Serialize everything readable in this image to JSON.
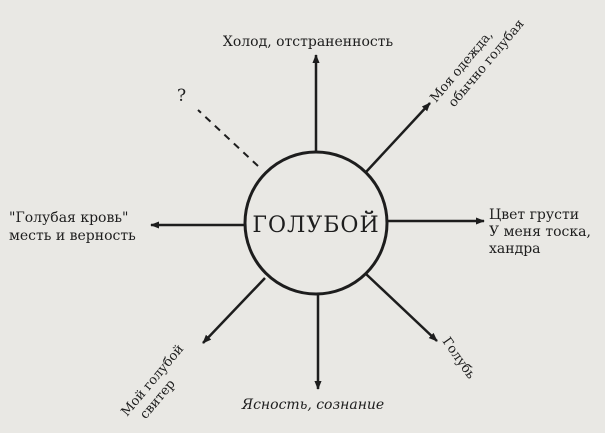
{
  "center": {
    "label": "ГОЛУБОЙ"
  },
  "labels": {
    "top": "Холод, отстраненность",
    "top_right_line1": "Моя одежда,",
    "top_right_line2": "обычно голубая",
    "right_line1": "Цвет грусти",
    "right_line2": "У меня тоска,",
    "right_line3": "хандра",
    "bottom_right": "Голубь",
    "bottom": "Ясность, сознание",
    "bottom_left_line1": "Мой голубой",
    "bottom_left_line2": "свитер",
    "left_line1": "\"Голубая кровь\"",
    "left_line2": "месть и верность",
    "top_left": "?"
  },
  "colors": {
    "ink": "#1d1d1d",
    "paper": "#e9e8e4"
  }
}
